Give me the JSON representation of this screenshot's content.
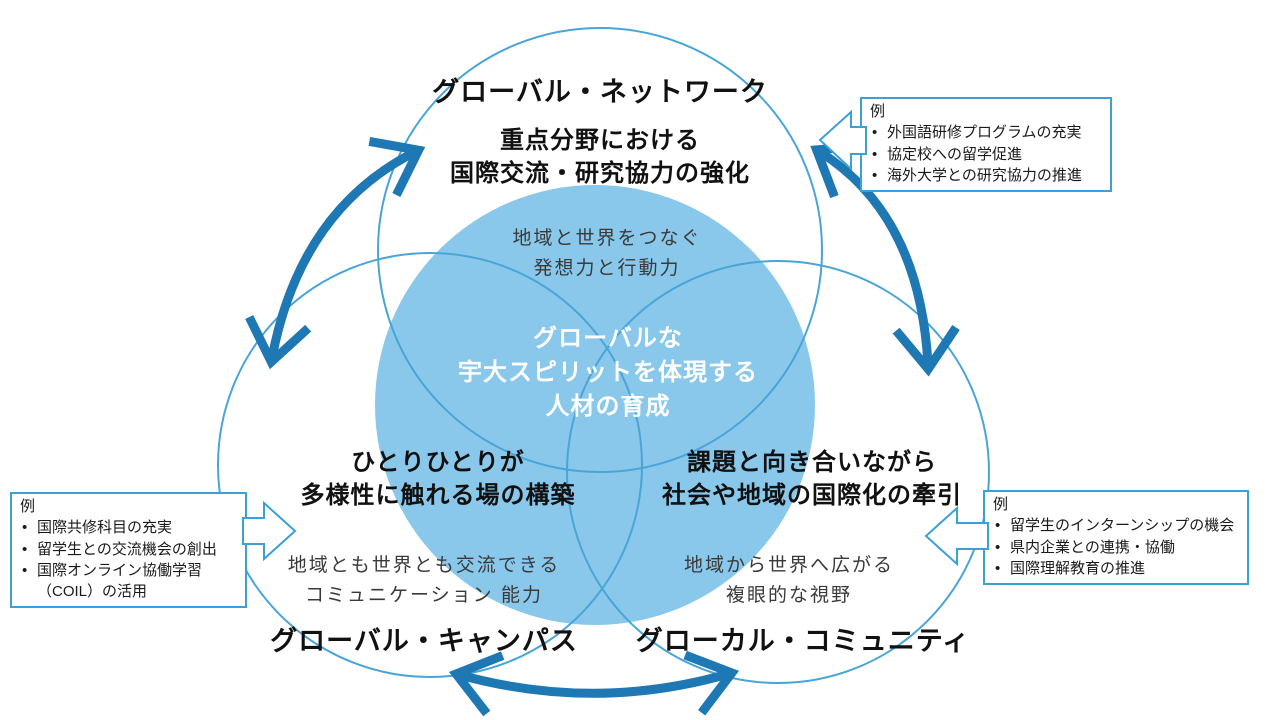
{
  "colors": {
    "circle_outline": "#49a5d7",
    "center_fill": "#89c8ea",
    "thick_arrow": "#1e78b4",
    "callout_border": "#3b9fd8"
  },
  "center": {
    "trait": "地域と世界をつなぐ\n発想力と行動力",
    "main": "グローバルな\n宇大スピリットを体現する\n人材の育成"
  },
  "nodes": {
    "network": {
      "title": "グローバル・ネットワーク",
      "heading": "重点分野における\n国際交流・研究協力の強化"
    },
    "campus": {
      "title": "グローバル・キャンパス",
      "heading": "ひとりひとりが\n多様性に触れる場の構築",
      "trait": "地域とも世界とも交流できる\nコミュニケーション 能力"
    },
    "community": {
      "title": "グローカル・コミュニティ",
      "heading": "課題と向き合いながら\n社会や地域の国際化の牽引",
      "trait": "地域から世界へ広がる\n複眼的な視野"
    }
  },
  "callouts": {
    "network": {
      "label": "例",
      "items": [
        "外国語研修プログラムの充実",
        "協定校への留学促進",
        "海外大学との研究協力の推進"
      ]
    },
    "campus": {
      "label": "例",
      "items": [
        "国際共修科目の充実",
        "留学生との交流機会の創出",
        "国際オンライン協働学習\n（COIL）の活用"
      ]
    },
    "community": {
      "label": "例",
      "items": [
        "留学生のインターンシップの機会",
        "県内企業との連携・協働",
        "国際理解教育の推進"
      ]
    }
  }
}
